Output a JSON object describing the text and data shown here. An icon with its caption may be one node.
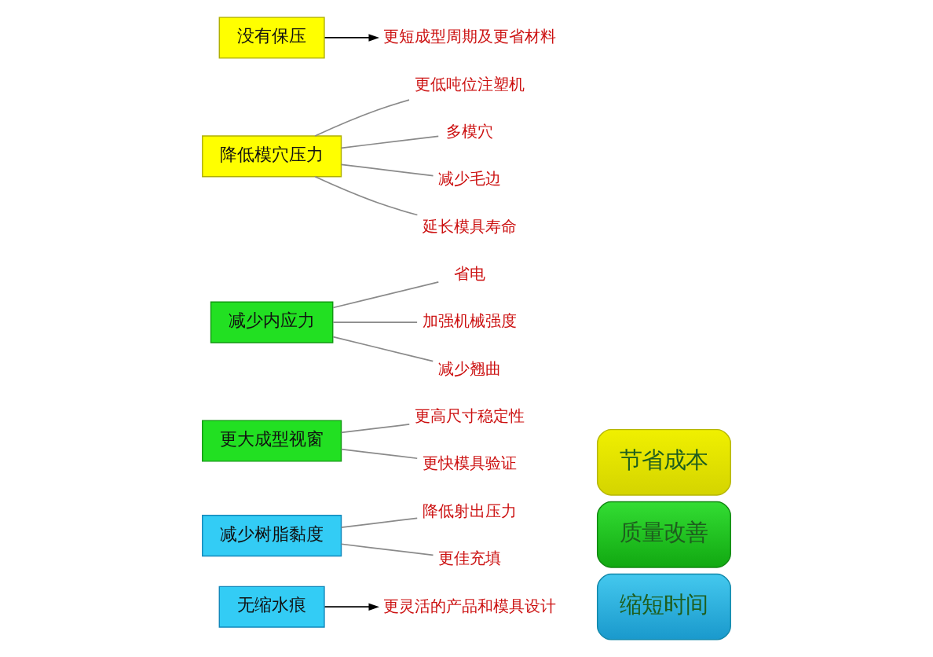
{
  "diagram": {
    "nodes": [
      {
        "text": [
          "没有保压"
        ]
      },
      {
        "text": [
          "更短成型周期及更省材料"
        ]
      },
      {
        "text": [
          "降低模穴压力"
        ]
      },
      {
        "text": [
          "更低吨位注塑机"
        ]
      },
      {
        "text": [
          "多模穴"
        ]
      },
      {
        "text": [
          "减少毛边"
        ]
      },
      {
        "text": [
          "延长模具寿命"
        ]
      },
      {
        "text": [
          "减少内应力"
        ]
      },
      {
        "text": [
          "省电"
        ]
      },
      {
        "text": [
          "加强机械强度"
        ]
      },
      {
        "text": [
          "减少翘曲"
        ]
      },
      {
        "text": [
          "更大成型视窗"
        ]
      },
      {
        "text": [
          "更高尺寸稳定性"
        ]
      },
      {
        "text": [
          "更快模具验证"
        ]
      },
      {
        "text": [
          "减少树脂黏度"
        ]
      },
      {
        "text": [
          "降低射出压力"
        ]
      },
      {
        "text": [
          "更佳充填"
        ]
      },
      {
        "text": [
          "无缩水痕"
        ]
      },
      {
        "text": [
          "更灵活的产品和模具设计"
        ]
      },
      {
        "text": [
          "节省成本"
        ]
      },
      {
        "text": [
          "质量改善"
        ]
      },
      {
        "text": [
          "缩短时间"
        ]
      }
    ],
    "edges": [
      {
        "from": 0,
        "to": 1,
        "arrow": "to",
        "color": "#000000"
      },
      {
        "from": 2,
        "to": 3,
        "arrow": "none"
      },
      {
        "from": 2,
        "to": 4,
        "arrow": "none"
      },
      {
        "from": 2,
        "to": 5,
        "arrow": "none"
      },
      {
        "from": 2,
        "to": 6,
        "arrow": "none"
      },
      {
        "from": 7,
        "to": 8,
        "arrow": "none"
      },
      {
        "from": 7,
        "to": 9,
        "arrow": "none"
      },
      {
        "from": 7,
        "to": 10,
        "arrow": "none"
      },
      {
        "from": 11,
        "to": 12,
        "arrow": "none"
      },
      {
        "from": 11,
        "to": 13,
        "arrow": "none"
      },
      {
        "from": 14,
        "to": 15,
        "arrow": "none"
      },
      {
        "from": 14,
        "to": 16,
        "arrow": "none"
      },
      {
        "from": 17,
        "to": 18,
        "arrow": "to",
        "color": "#000000"
      }
    ]
  }
}
